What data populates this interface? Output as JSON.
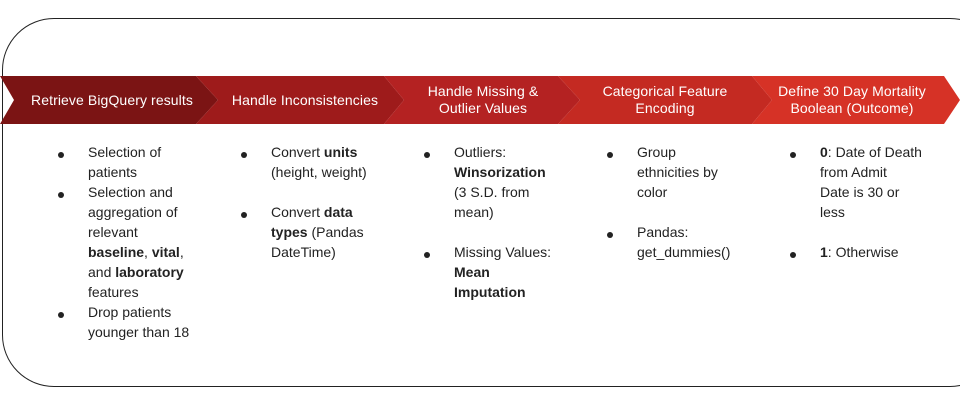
{
  "steps": [
    {
      "title": "Retrieve BigQuery results"
    },
    {
      "title_line1": "Handle Inconsistencies"
    },
    {
      "title_line1": "Handle Missing &",
      "title_line2": "Outlier Values"
    },
    {
      "title_line1": "Categorical Feature",
      "title_line2": "Encoding"
    },
    {
      "title_line1": "Define 30 Day Mortality",
      "title_line2": "Boolean (Outcome)"
    }
  ],
  "colors": [
    "#7b1414",
    "#9e1b1b",
    "#b42222",
    "#c42a22",
    "#d63226"
  ],
  "col1": {
    "b1_l1": "Selection of",
    "b1_l2": "patients",
    "b2_l1": "Selection and",
    "b2_l2": "aggregation of",
    "b2_l3": "relevant",
    "b2_baseline": "baseline",
    "b2_sep1": ", ",
    "b2_vital": "vital",
    "b2_sep2": ",",
    "b2_and": "and ",
    "b2_laboratory": "laboratory",
    "b2_features": "features",
    "b3_l1": "Drop patients",
    "b3_l2": "younger than 18"
  },
  "col2": {
    "b1_pre": "Convert ",
    "b1_units": "units",
    "b1_l2": "(height, weight)",
    "b2_pre": "Convert ",
    "b2_data": "data",
    "b2_types": "types",
    "b2_paren": " (Pandas",
    "b2_l3": "DateTime)"
  },
  "col3": {
    "b1_l1": "Outliers:",
    "b1_winsor": "Winsorization",
    "b1_l3": "(3 S.D. from",
    "b1_l4": "mean)",
    "b2_l1": "Missing Values:",
    "b2_mean": "Mean",
    "b2_imputation": "Imputation"
  },
  "col4": {
    "b1_l1": "Group",
    "b1_l2": "ethnicities by",
    "b1_l3": "color",
    "b2_l1": "Pandas:",
    "b2_l2": "get_dummies()"
  },
  "col5": {
    "b1_zero": "0",
    "b1_rest": ": Date of Death",
    "b1_l2": "from Admit",
    "b1_l3": "Date is 30 or",
    "b1_l4": "less",
    "b2_one": "1",
    "b2_rest": ": Otherwise"
  }
}
